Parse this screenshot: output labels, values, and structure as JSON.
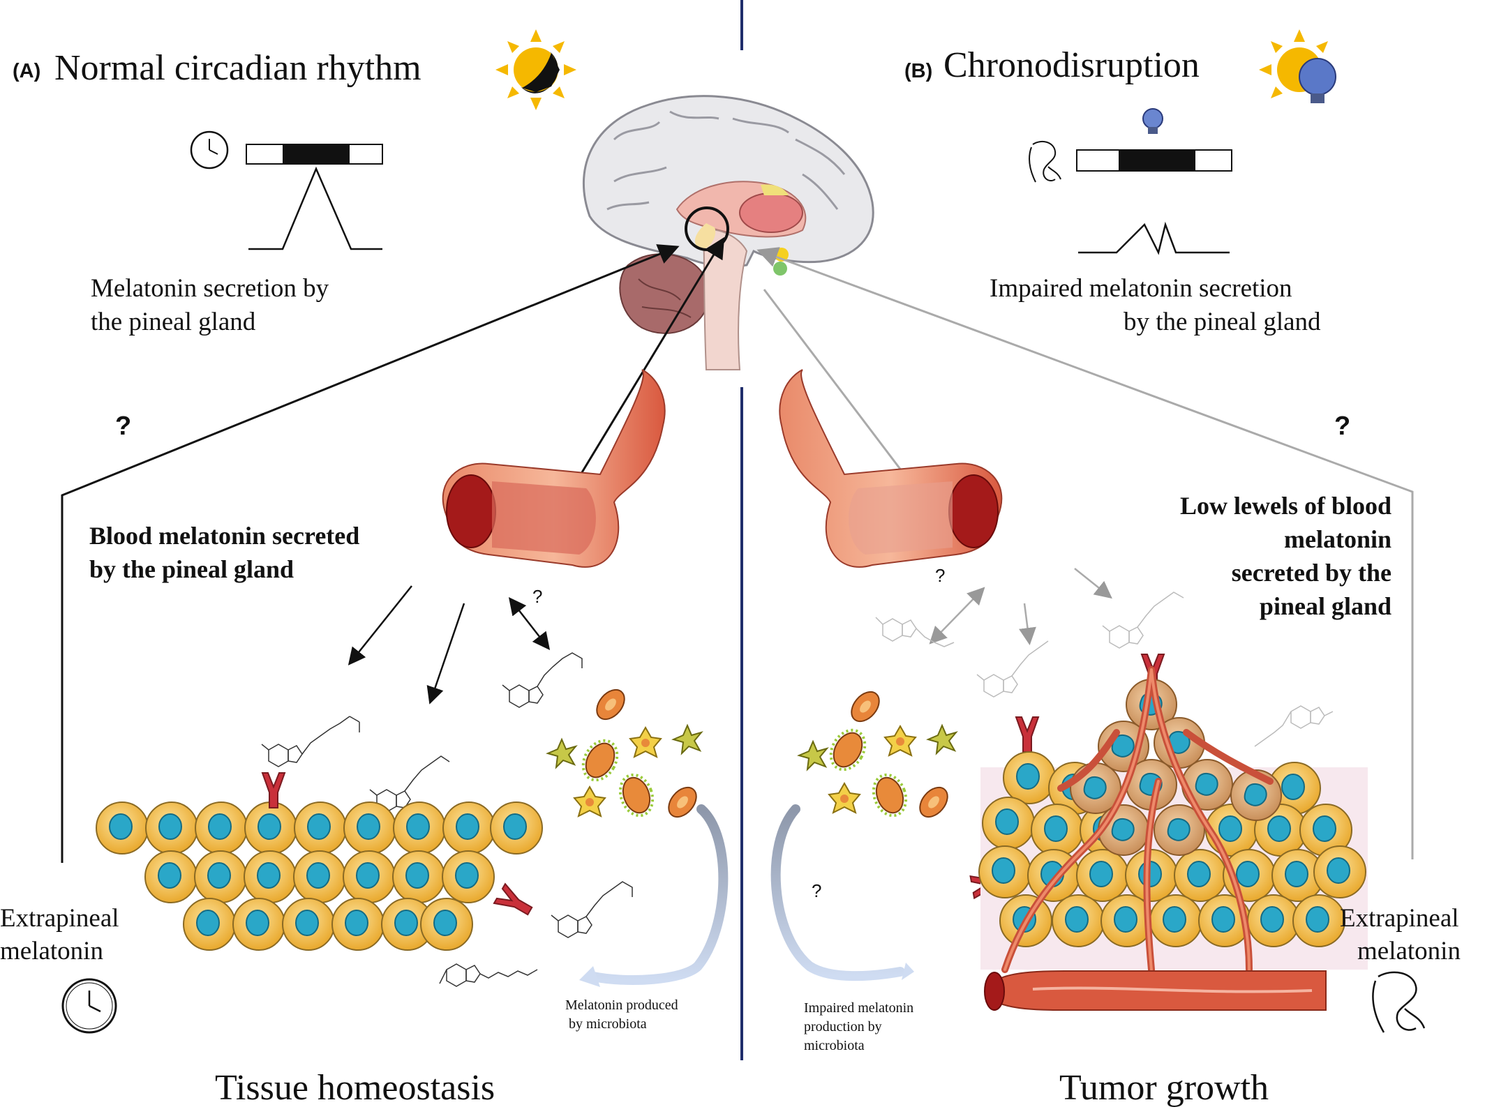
{
  "panel_a": {
    "tag": "(A)",
    "title": "Normal circadian rhythm",
    "secretion_line1": "Melatonin secretion by",
    "secretion_line2": "the pineal gland",
    "question": "?",
    "blood_line1": "Blood melatonin secreted",
    "blood_line2": "by the pineal gland",
    "blood_question": "?",
    "extrapineal_line1": "Extrapineal",
    "extrapineal_line2": "melatonin",
    "microbiota_line1": "Melatonin produced",
    "microbiota_line2": "by microbiota",
    "outcome": "Tissue homeostasis"
  },
  "panel_b": {
    "tag": "(B)",
    "title": "Chronodisruption",
    "secretion_line1": "Impaired melatonin secretion",
    "secretion_line2": "by the pineal gland",
    "question": "?",
    "blood_line1": "Low lewels of blood",
    "blood_line2": "melatonin",
    "blood_line3": "secreted by the",
    "blood_line4": "pineal gland",
    "blood_question": "?",
    "microbiota_question": "?",
    "extrapineal_line1": "Extrapineal",
    "extrapineal_line2": "melatonin",
    "microbiota_line1": "Impaired melatonin",
    "microbiota_line2": "production by",
    "microbiota_line3": "microbiota",
    "outcome": "Tumor growth"
  },
  "colors": {
    "divider": "#1f2d6b",
    "cell_body": "#f4c04a",
    "cell_nucleus": "#2aa7c8",
    "vessel": "#d9593f",
    "receptor": "#c9303a",
    "sun": "#f5b800",
    "bulb": "#5a78c8"
  },
  "icons": [
    "sun-moon-icon",
    "bulb-moon-icon",
    "clock-icon",
    "intestine-icon",
    "brain-icon",
    "blood-vessel-icon",
    "melatonin-molecule-icon",
    "bacteria-icon",
    "receptor-icon",
    "tumor-icon"
  ]
}
